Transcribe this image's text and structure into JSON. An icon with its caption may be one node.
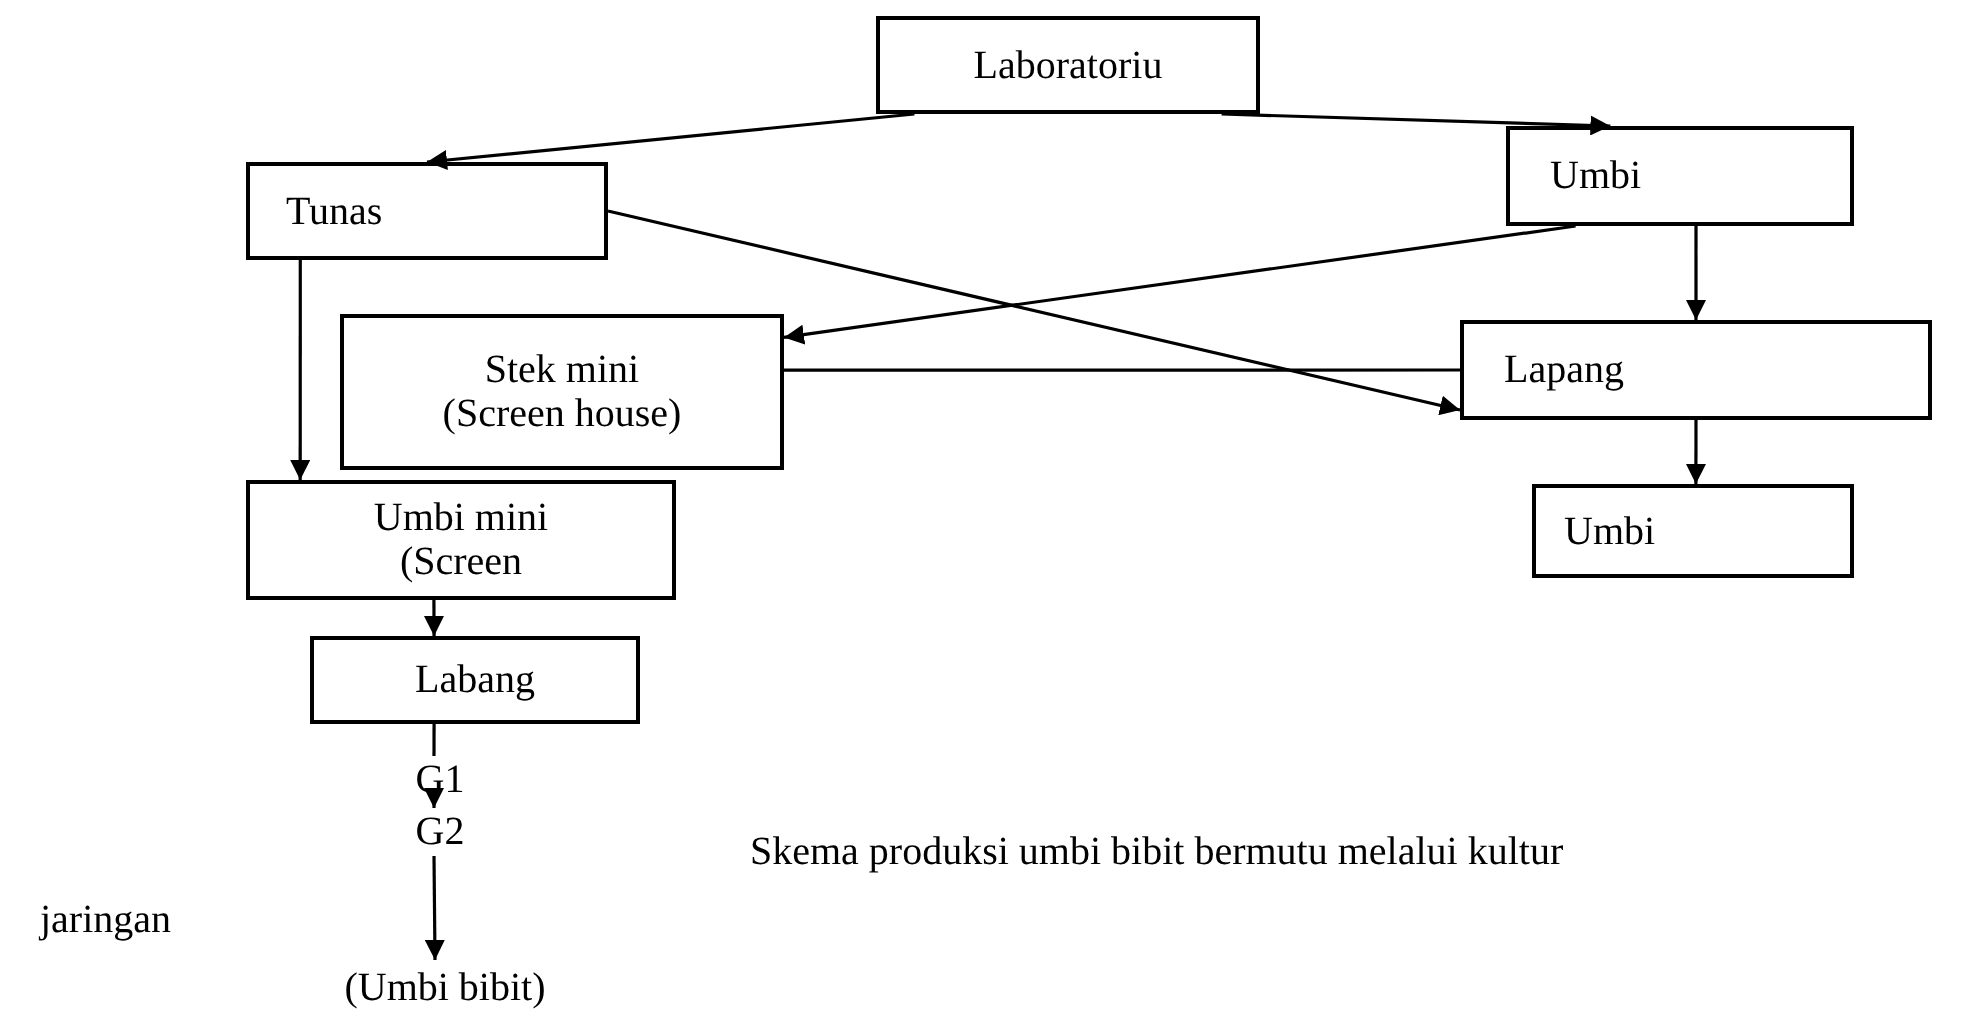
{
  "diagram": {
    "caption": "Skema produksi umbi bibit bermutu melalui kultur jaringan",
    "nodes": [
      {
        "text": [
          "Laboratoriu"
        ]
      },
      {
        "text": [
          "Tunas"
        ]
      },
      {
        "text": [
          "Umbi"
        ]
      },
      {
        "text": [
          "Stek mini (Screen house)"
        ]
      },
      {
        "text": [
          "Umbi mini (Screen"
        ]
      },
      {
        "text": [
          "Labang"
        ]
      },
      {
        "text": [
          "Lapang"
        ]
      },
      {
        "text": [
          "Umbi"
        ]
      },
      {
        "text": [
          "G1"
        ]
      },
      {
        "text": [
          "G2"
        ]
      },
      {
        "text": [
          "(Umbi bibit)"
        ]
      }
    ],
    "edges": [
      {
        "from": 0,
        "to": 1,
        "arrow": "to"
      },
      {
        "from": 0,
        "to": 2,
        "arrow": "to"
      },
      {
        "from": 2,
        "to": 3,
        "arrow": "to"
      },
      {
        "from": 1,
        "to": 6,
        "arrow": "to"
      },
      {
        "from": 3,
        "to": 6,
        "arrow": "none"
      },
      {
        "from": 1,
        "to": 4,
        "arrow": "to"
      },
      {
        "from": 4,
        "to": 5,
        "arrow": "to"
      },
      {
        "from": 5,
        "to": 8,
        "arrow": "none"
      },
      {
        "from": 8,
        "to": 9,
        "arrow": "to"
      },
      {
        "from": 9,
        "to": 10,
        "arrow": "to"
      },
      {
        "from": 2,
        "to": 6,
        "arrow": "to"
      },
      {
        "from": 6,
        "to": 7,
        "arrow": "to"
      }
    ]
  }
}
